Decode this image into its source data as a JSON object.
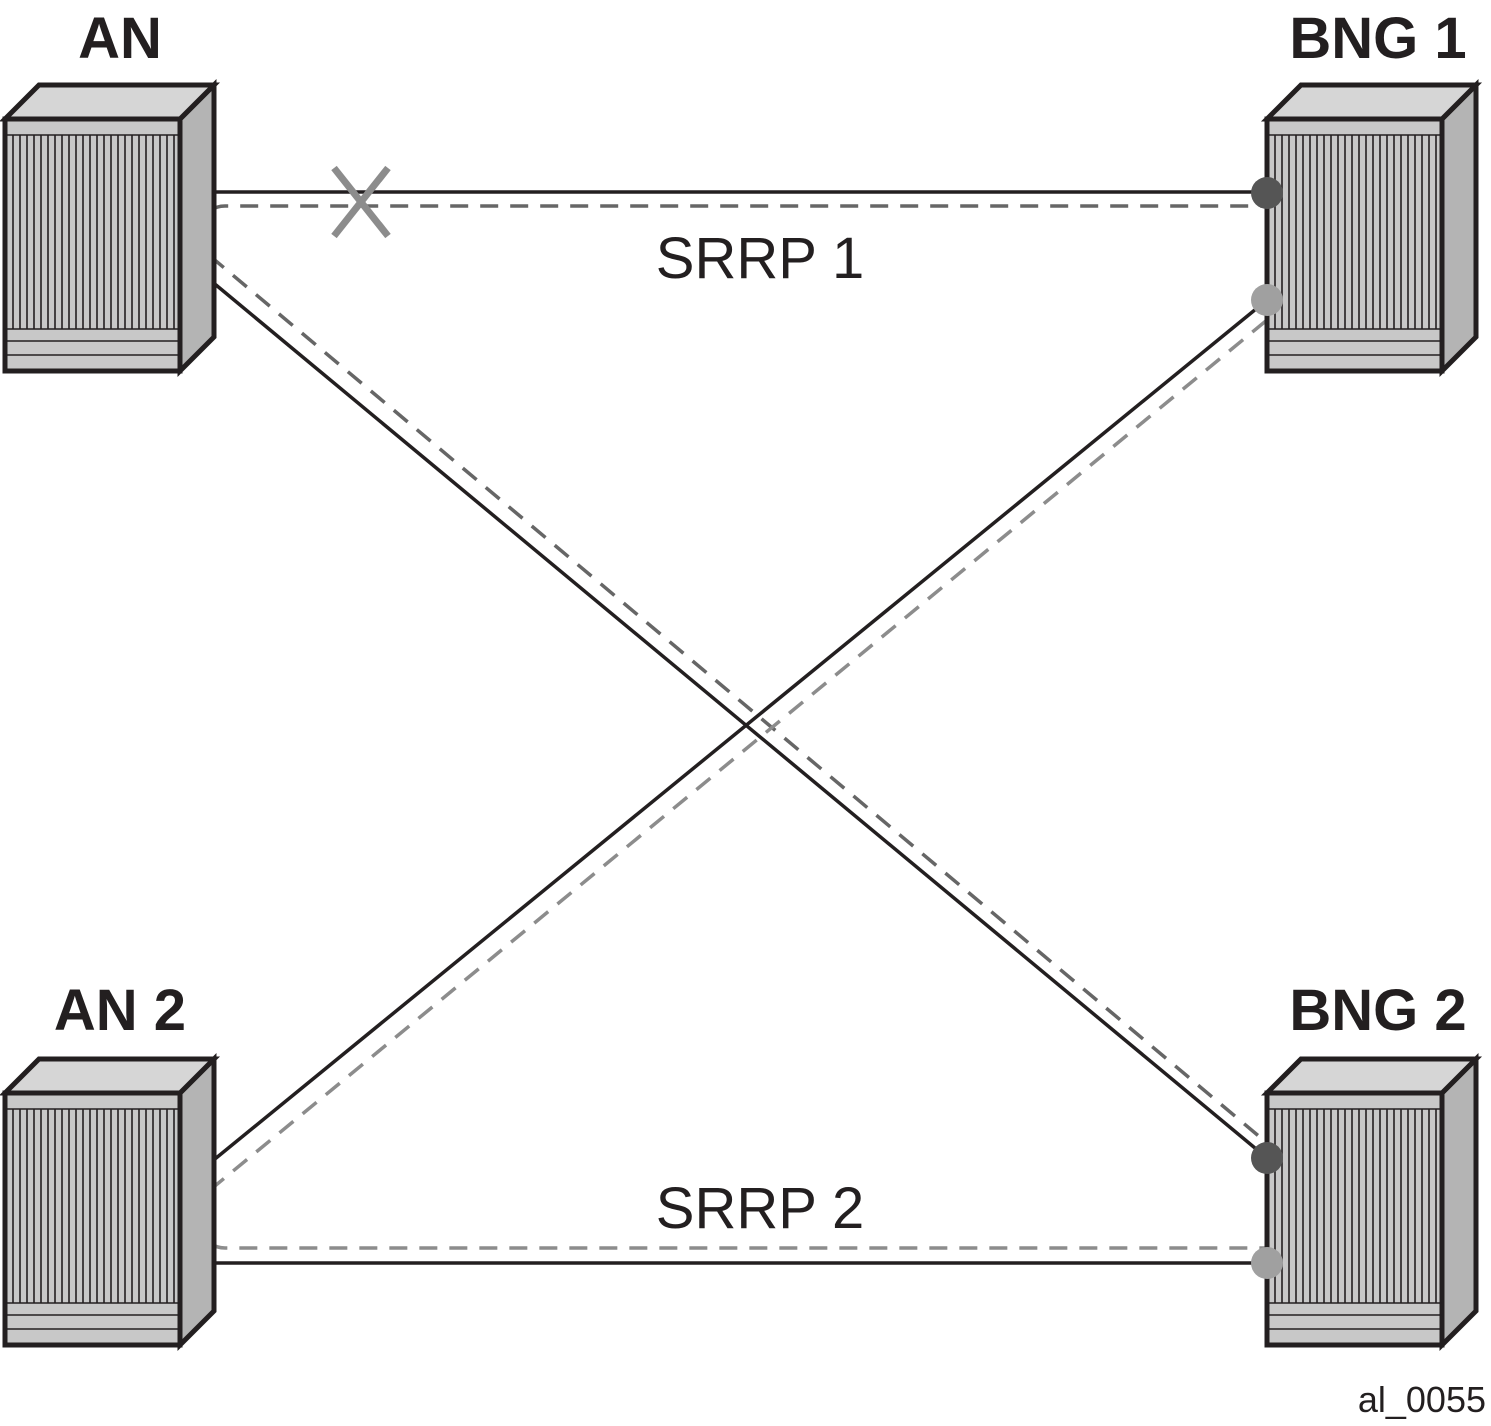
{
  "nodes": {
    "an1": {
      "label": "AN"
    },
    "bng1": {
      "label": "BNG 1"
    },
    "an2": {
      "label": "AN 2"
    },
    "bng2": {
      "label": "BNG 2"
    }
  },
  "links": {
    "srrp1": {
      "label": "SRRP 1"
    },
    "srrp2": {
      "label": "SRRP 2"
    }
  },
  "figure_id": "al_0055",
  "colors": {
    "outline": "#231f20",
    "box_front": "#c8c8c8",
    "box_side": "#b4b4b4",
    "box_top": "#d6d6d6",
    "dashed_link": "#8c8c8c",
    "endpoint_dark": "#555555",
    "endpoint_light": "#a0a0a0",
    "failure_mark": "#8c8c8c"
  }
}
